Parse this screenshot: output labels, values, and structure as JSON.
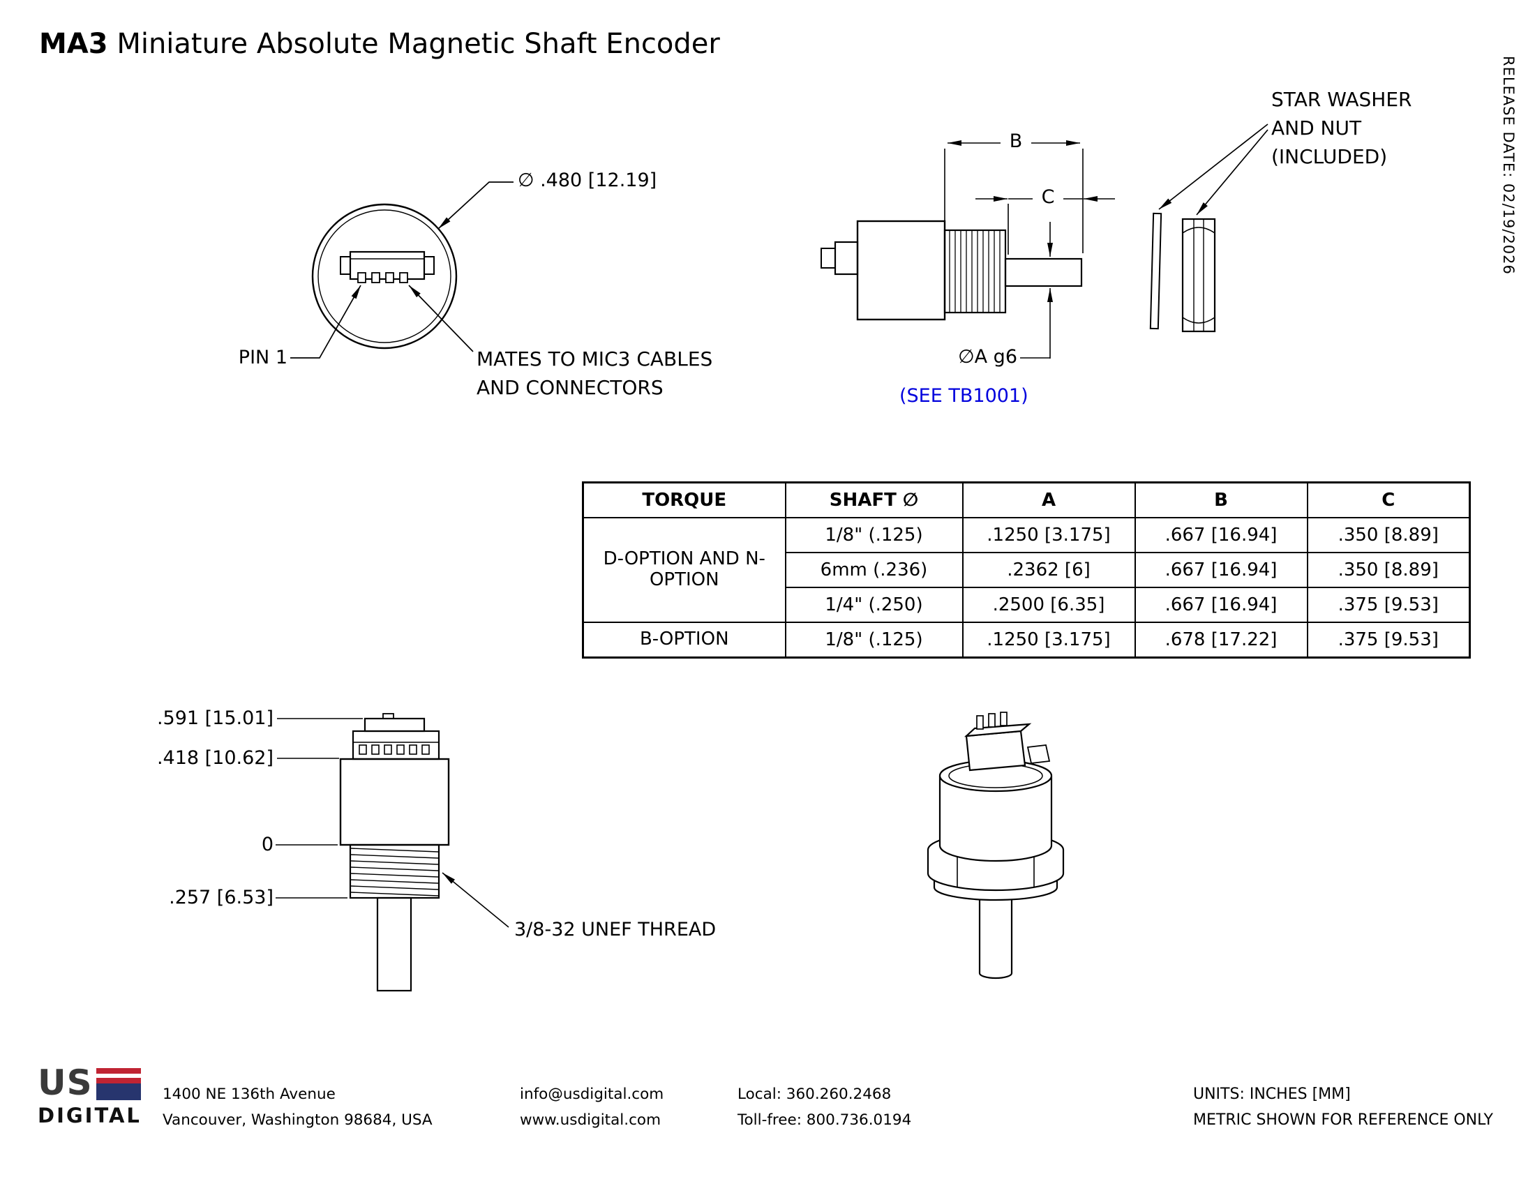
{
  "page": {
    "title_bold": "MA3",
    "title_rest": "Miniature Absolute Magnetic Shaft Encoder",
    "release_date": "RELEASE DATE: 02/19/2026"
  },
  "front_view": {
    "diameter_label": "∅ .480 [12.19]",
    "pin1_label": "PIN 1",
    "mates_line1": "MATES TO MIC3 CABLES",
    "mates_line2": "AND CONNECTORS"
  },
  "side_view": {
    "dim_b": "B",
    "dim_c": "C",
    "shaft_dia_label": "∅A g6",
    "see_ref": "(SEE TB1001)",
    "washer_line1": "STAR WASHER",
    "washer_line2": "AND NUT",
    "washer_line3": "(INCLUDED)"
  },
  "table": {
    "headers": [
      "TORQUE",
      "SHAFT ∅",
      "A",
      "B",
      "C"
    ],
    "group1_label": "D-OPTION AND N-OPTION",
    "group2_label": "B-OPTION",
    "rows": [
      {
        "shaft": "1/8\" (.125)",
        "a": ".1250 [3.175]",
        "b": ".667 [16.94]",
        "c": ".350 [8.89]"
      },
      {
        "shaft": "6mm (.236)",
        "a": ".2362 [6]",
        "b": ".667 [16.94]",
        "c": ".350 [8.89]"
      },
      {
        "shaft": "1/4\" (.250)",
        "a": ".2500 [6.35]",
        "b": ".667 [16.94]",
        "c": ".375 [9.53]"
      },
      {
        "shaft": "1/8\" (.125)",
        "a": ".1250 [3.175]",
        "b": ".678 [17.22]",
        "c": ".375 [9.53]"
      }
    ]
  },
  "profile_view": {
    "dim_591": ".591 [15.01]",
    "dim_418": ".418 [10.62]",
    "dim_0": "0",
    "dim_257": ".257 [6.53]",
    "thread_label": "3/8-32 UNEF THREAD"
  },
  "footer": {
    "logo_line1": "US",
    "logo_line2": "DIGITAL",
    "address_line1": "1400 NE 136th Avenue",
    "address_line2": "Vancouver, Washington 98684, USA",
    "email": "info@usdigital.com",
    "website": "www.usdigital.com",
    "phone_local": "Local: 360.260.2468",
    "phone_tollfree": "Toll-free: 800.736.0194",
    "units_line1": "UNITS: INCHES [MM]",
    "units_line2": "METRIC SHOWN FOR REFERENCE ONLY"
  },
  "colors": {
    "line": "#000000",
    "link_blue": "#0000DD",
    "logo_red": "#C02433",
    "logo_navy": "#27356E"
  }
}
